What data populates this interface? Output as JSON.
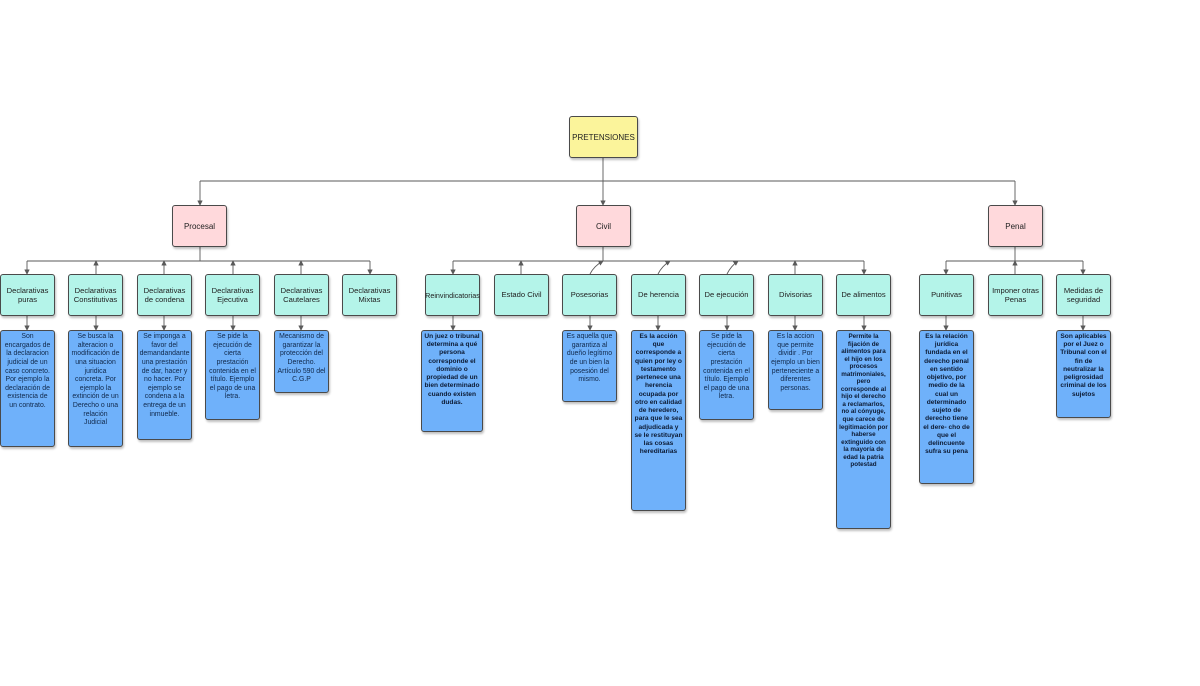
{
  "root": {
    "label": "PRETENSIONES"
  },
  "branches": {
    "procesal": {
      "label": "Procesal"
    },
    "civil": {
      "label": "Civil"
    },
    "penal": {
      "label": "Penal"
    }
  },
  "leaves": {
    "declarativas_puras": {
      "label": "Declarativas puras",
      "desc": "Son encargados de la declaracion judicial de un caso concreto. Por ejemplo la declaración de existencia de un contrato."
    },
    "declarativas_constitutivas": {
      "label": "Declarativas Constitutivas",
      "desc": "Se busca la alteracion o modificación de una situacion juridica concreta. Por ejemplo la extinción de un Derecho o una relación Judicial"
    },
    "declarativas_condena": {
      "label": "Declarativas de condena",
      "desc": "Se imponga a favor del demandandante una prestación de dar, hacer y no hacer. Por ejemplo se condena a la entrega de un inmueble."
    },
    "declarativas_ejecutiva": {
      "label": "Declarativas Ejecutiva",
      "desc": "Se pide la ejecución de cierta prestación contenida en el título. Ejemplo el pago de una letra."
    },
    "declarativas_cautelares": {
      "label": "Declarativas Cautelares",
      "desc": "Mecanismo de garantizar la protección del Derecho. Artículo 590 del C.G.P"
    },
    "declarativas_mixtas": {
      "label": "Declarativas Mixtas"
    },
    "reinvindicatorias": {
      "label": "Reinvindicatorias",
      "desc": "Un juez o tribunal determina a qué persona corresponde el dominio o propiedad de un bien determinado cuando existen dudas."
    },
    "estado_civil": {
      "label": "Estado Civil"
    },
    "posesorias": {
      "label": "Posesorias",
      "desc": "Es aquella que garantiza al dueño legítimo de un bien la posesión del mismo."
    },
    "herencia": {
      "label": "De herencia",
      "desc": "Es la acción que corresponde a quien por ley o testamento pertenece una herencia ocupada por otro en calidad de heredero, para que le sea adjudicada y se le restituyan las cosas hereditarias"
    },
    "ejecucion": {
      "label": "De ejecución",
      "desc": "Se pide la ejecución de cierta prestación contenida en el título. Ejemplo el pago de una letra."
    },
    "divisorias": {
      "label": "Divisorias",
      "desc": "Es la accion que permite dividir . Por ejemplo un bien perteneciente a diferentes personas."
    },
    "alimentos": {
      "label": "De alimentos",
      "desc": "Permite la fijación de alimentos para el hijo en los procesos matrimoniales, pero corresponde al hijo el derecho a reclamarlos, no al cónyuge, que carece de legitimación por haberse extinguido con la mayoría de edad la patria potestad"
    },
    "punitivas": {
      "label": "Punitivas",
      "desc": "Es la relación jurídica fundada en el derecho penal en sentido objetivo, por medio de la cual un determinado sujeto de derecho tiene el dere- cho de que el delincuente sufra su pena"
    },
    "imponer_penas": {
      "label": "Imponer otras Penas"
    },
    "medidas_seguridad": {
      "label": "Medidas de seguridad",
      "desc": "Son aplicables por el Juez o Tribunal con el fin de neutralizar la peligrosidad criminal de los sujetos"
    }
  },
  "colors": {
    "root": "#fbf49b",
    "branch": "#ffd9dc",
    "leaf": "#b4f4e9",
    "description": "#6fb1fa",
    "connector": "#5a5a5a"
  }
}
